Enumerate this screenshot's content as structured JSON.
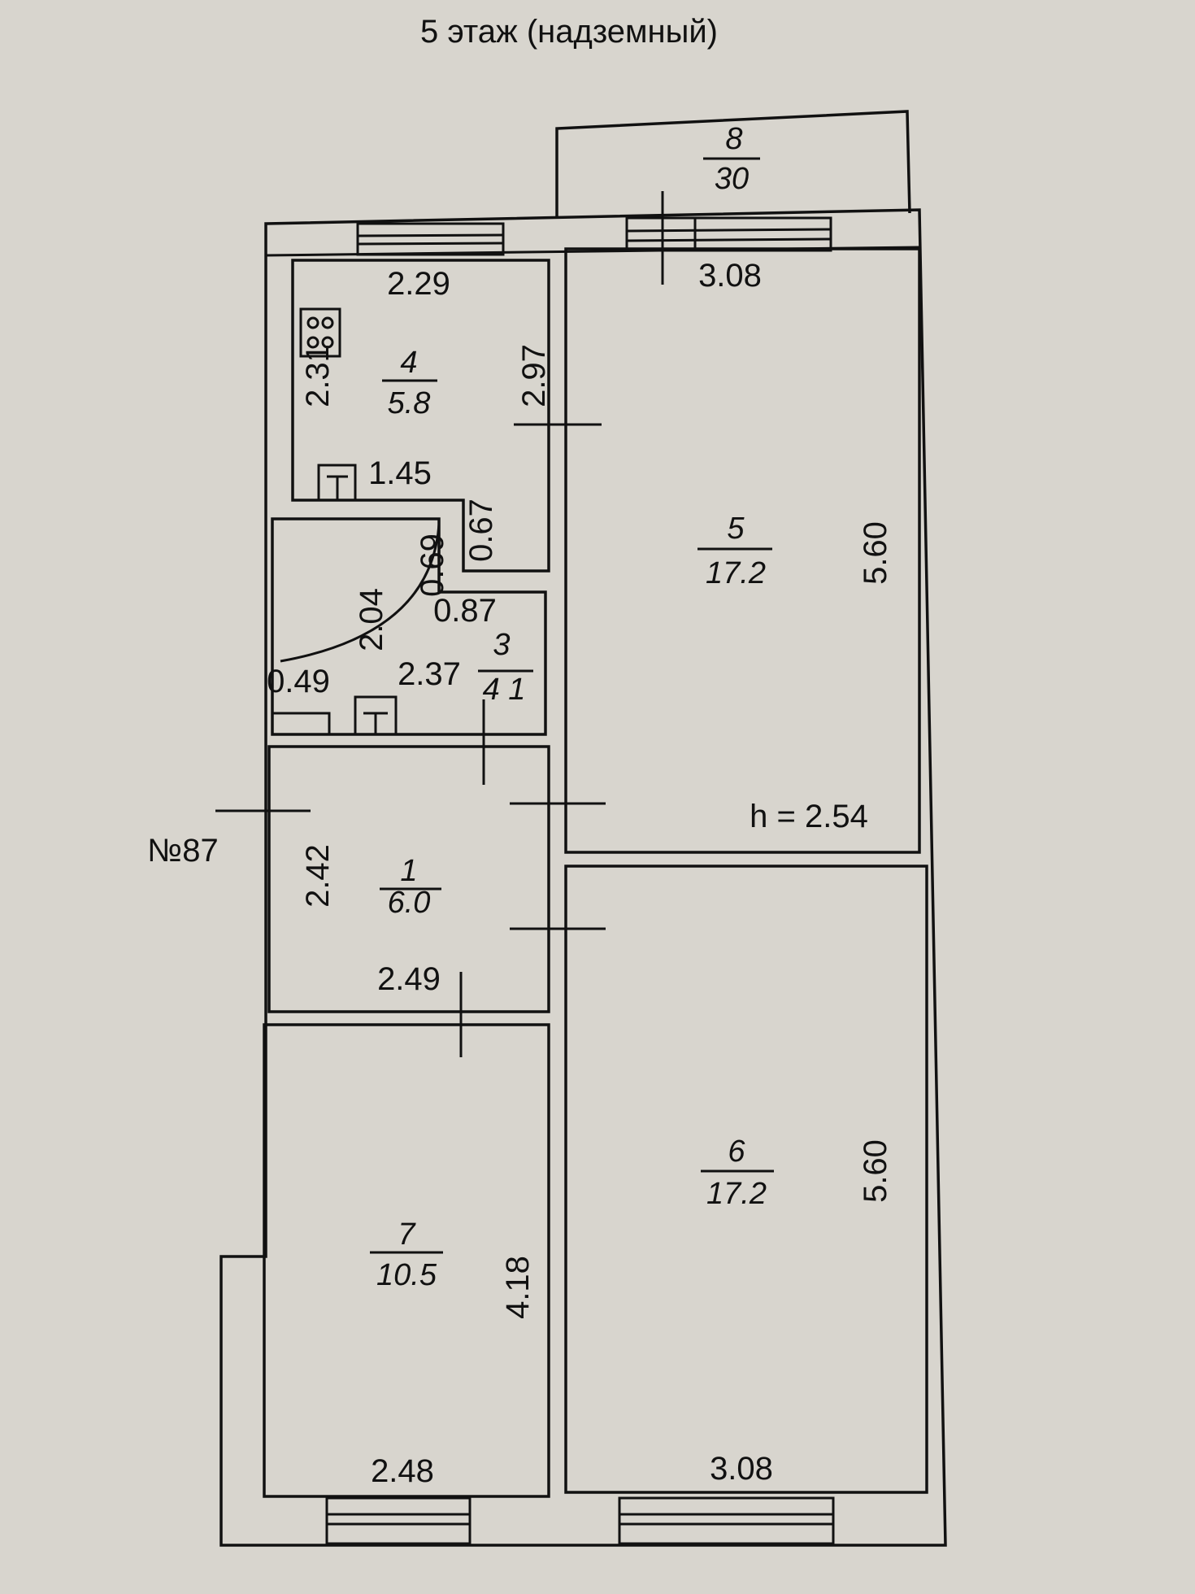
{
  "title": "5 этаж (надземный)",
  "apartment_number": "№87",
  "ceiling_height": "h = 2.54",
  "rooms": [
    {
      "number": "1",
      "area": "6.0"
    },
    {
      "number": "3",
      "area": "4 1"
    },
    {
      "number": "4",
      "area": "5.8"
    },
    {
      "number": "5",
      "area": "17.2"
    },
    {
      "number": "6",
      "area": "17.2"
    },
    {
      "number": "7",
      "area": "10.5"
    },
    {
      "number": "8",
      "area": "30"
    }
  ],
  "dimensions": {
    "kitchen_width": "2.29",
    "kitchen_height": "2.97",
    "kitchen_left": "2.31",
    "kitchen_step": "1.45",
    "kitchen_notch": "0.67",
    "room5_width": "3.08",
    "room5_length": "5.60",
    "bath_door": "0.69",
    "bath_side": "2.04",
    "bath_notch": "0.87",
    "bath_length": "2.37",
    "bath_small": "0.49",
    "hall_side": "2.42",
    "hall_width": "2.49",
    "room7_length": "4.18",
    "room7_width": "2.48",
    "room6_length": "5.60",
    "room6_width": "3.08"
  }
}
